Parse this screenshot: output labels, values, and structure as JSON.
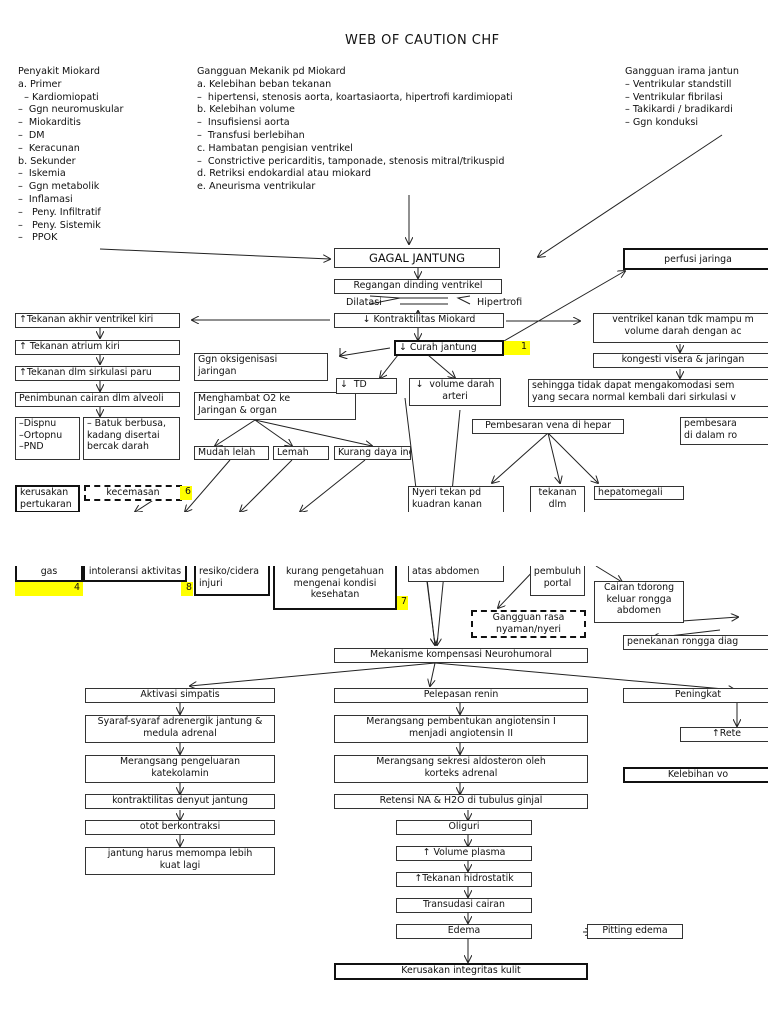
{
  "title": "WEB OF CAUTION CHF",
  "left_column": [
    "Penyakit Miokard",
    "a. Primer",
    "  – Kardiomiopati",
    "–  Ggn neuromuskular",
    "–  Miokarditis",
    "–  DM",
    "–  Keracunan",
    "b. Sekunder",
    "–  Iskemia",
    "–  Ggn metabolik",
    "–  Inflamasi",
    "–   Peny. Infiltratif",
    "–   Peny. Sistemik",
    "–   PPOK"
  ],
  "middle_column": [
    "Gangguan Mekanik pd Miokard",
    "a. Kelebihan beban tekanan",
    "–  hipertensi, stenosis aorta, koartasiaorta, hipertrofi kardimiopati",
    "b. Kelebihan volume",
    "–  Insufisiensi aorta",
    "–  Transfusi berlebihan",
    "c. Hambatan pengisian ventrikel",
    "–  Constrictive pericarditis, tamponade, stenosis mitral/trikuspid",
    "d. Retriksi endokardial atau miokard",
    "e. Aneurisma ventrikular"
  ],
  "right_column": [
    "Gangguan irama jantun",
    "– Ventrikular standstill",
    "– Ventrikular fibrilasi",
    "– Takikardi / bradikardi",
    "– Ggn konduksi"
  ],
  "nodes": {
    "gagal_jantung": "GAGAL JANTUNG",
    "regangan": "Regangan dinding ventrikel",
    "dilatasi": "Dilatasi",
    "hipertrofi": "Hipertrofi",
    "kontraktilitas": "↓ Kontraktilitas Miokard",
    "curah_jantung": "↓ Curah jantung",
    "curah_num": "1",
    "perfusi": "perfusi jaringa",
    "tekanan_akhir": "↑Tekanan akhir ventrikel kiri",
    "tekanan_atrium": "↑ Tekanan atrium kiri",
    "tekanan_paru": "↑Tekanan dlm sirkulasi paru",
    "penimbunan": "Penimbunan cairan dlm alveoli",
    "dispnu": "–Dispnu\n–Ortopnu\n–PND",
    "batuk": "– Batuk berbusa,\nkadang disertai\nbercak darah",
    "oksigenisasi": "Ggn oksigenisasi\njaringan",
    "menghambat": "Menghambat O2 ke\nJaringan & organ",
    "td": "↓  TD",
    "volume_darah": "↓  volume darah\narteri",
    "mudah_lelah": "Mudah lelah",
    "lemah": "Lemah",
    "kurang_daya": "Kurang daya ingat",
    "ventrikel_kanan": "ventrikel kanan tdk mampu m\nvolume darah dengan ac",
    "kongesti": "kongesti visera & jaringan",
    "sehingga": "sehingga tidak dapat mengakomodasi sem\nyang secara normal kembali dari sirkulasi v",
    "pembesaran_vena": "Pembesaran vena di hepar",
    "pembesaran_ro": "pembesara\ndi dalam ro",
    "nyeri_tekan": "Nyeri tekan pd\nkuadran kanan",
    "tekanan_dlm": "tekanan\ndlm",
    "hepatomegali": "hepatomegali",
    "kerusakan_pertukaran": "kerusakan\npertukaran",
    "kecemasan": "kecemasan",
    "kecemasan_num": "6",
    "gas": "gas",
    "gas_num": "4",
    "intoleransi": "intoleransi aktivitas",
    "intoleransi_num": "8",
    "resiko": "resiko/cidera\ninjuri",
    "kurang_pengetahuan": "kurang pengetahuan\nmengenai kondisi\nkesehatan",
    "kurang_num": "7",
    "atas_abdomen": "atas abdomen",
    "pembuluh_portal": "pembuluh\nportal",
    "cairan_tdorong": "Cairan tdorong\nkeluar rongga\nabdomen",
    "gangguan_rasa": "Gangguan rasa\nnyaman/nyeri",
    "penekanan": "penekanan rongga diag",
    "neurohumoral": "Mekanisme kompensasi Neurohumoral",
    "simpatis": "Aktivasi simpatis",
    "renin": "Pelepasan renin",
    "peningkat": "Peningkat",
    "syaraf": "Syaraf-syaraf adrenergik jantung &\nmedula adrenal",
    "katekolamin": "Merangsang pengeluaran\nkatekolamin",
    "kontraktilitas_denyut": "kontraktilitas denyut jantung",
    "otot": "otot berkontraksi",
    "jantung_harus": "jantung harus memompa lebih\nkuat lagi",
    "angiotensin": "Merangsang pembentukan angiotensin I\nmenjadi angiotensin II",
    "aldosteron": "Merangsang sekresi aldosteron oleh\nkorteks adrenal",
    "retensi": "Retensi NA & H2O di tubulus ginjal",
    "oliguri": "Oliguri",
    "volume_plasma": "↑ Volume plasma",
    "hidrostatik": "↑Tekanan hidrostatik",
    "transudasi": "Transudasi cairan",
    "edema": "Edema",
    "pitting": "Pitting edema",
    "kerusakan_kulit": "Kerusakan integritas kulit",
    "rete": "↑Rete",
    "kelebihan_vo": "Kelebihan vo"
  }
}
